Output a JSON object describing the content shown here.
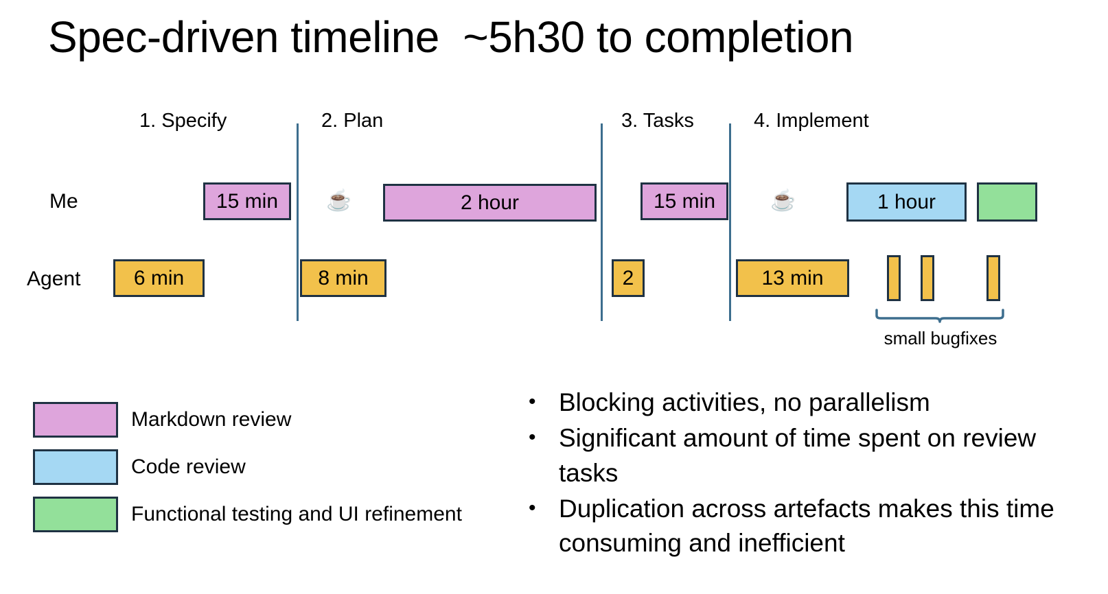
{
  "slide": {
    "title": "Spec-driven timeline  ~5h30 to completion",
    "background_color": "#FFFFFF"
  },
  "colors": {
    "markdown_review": "#DEA5DC",
    "code_review": "#A5D8F3",
    "functional_testing": "#93E09A",
    "agent_work": "#F2C14B",
    "bar_border": "#1F3243",
    "divider": "#3D6E8E"
  },
  "timeline": {
    "phases": [
      {
        "label": "1. Specify"
      },
      {
        "label": "2. Plan"
      },
      {
        "label": "3. Tasks"
      },
      {
        "label": "4. Implement"
      }
    ],
    "rows": [
      {
        "label": "Me"
      },
      {
        "label": "Agent"
      }
    ],
    "me_bars": [
      {
        "label": "15 min",
        "color": "markdown_review",
        "phase": "1. Specify"
      },
      {
        "label": "2 hour",
        "color": "markdown_review",
        "phase": "2. Plan"
      },
      {
        "label": "15 min",
        "color": "markdown_review",
        "phase": "3. Tasks"
      },
      {
        "label": "1 hour",
        "color": "code_review",
        "phase": "4. Implement"
      },
      {
        "label": "",
        "color": "functional_testing",
        "phase": "4. Implement"
      }
    ],
    "agent_bars": [
      {
        "label": "6 min",
        "color": "agent_work",
        "phase": "1. Specify"
      },
      {
        "label": "8 min",
        "color": "agent_work",
        "phase": "2. Plan"
      },
      {
        "label": "2",
        "color": "agent_work",
        "phase": "3. Tasks"
      },
      {
        "label": "13 min",
        "color": "agent_work",
        "phase": "4. Implement"
      },
      {
        "label": "",
        "color": "agent_work",
        "phase": "4. Implement"
      },
      {
        "label": "",
        "color": "agent_work",
        "phase": "4. Implement"
      },
      {
        "label": "",
        "color": "agent_work",
        "phase": "4. Implement"
      }
    ],
    "coffee_breaks": [
      {
        "icon": "coffee-cup-icon",
        "glyph": "☕",
        "phase": "2. Plan"
      },
      {
        "icon": "coffee-cup-icon",
        "glyph": "☕",
        "phase": "4. Implement"
      }
    ],
    "bugfix_annotation": {
      "caption": "small bugfixes",
      "bar_count": 3
    }
  },
  "legend": {
    "items": [
      {
        "label": "Markdown review",
        "color": "markdown_review"
      },
      {
        "label": "Code review",
        "color": "code_review"
      },
      {
        "label": "Functional testing and UI refinement",
        "color": "functional_testing"
      }
    ]
  },
  "bullets": {
    "marker": "•",
    "items": [
      "Blocking activities, no parallelism",
      "Significant amount of time spent on review tasks",
      "Duplication across artefacts makes this time consuming and inefficient"
    ]
  },
  "chart_data": {
    "type": "bar",
    "title": "Spec-driven timeline  ~5h30 to completion",
    "orientation": "horizontal-gantt",
    "categories": [
      "1. Specify",
      "2. Plan",
      "3. Tasks",
      "4. Implement"
    ],
    "series": [
      {
        "name": "Me",
        "values": [
          15,
          120,
          15,
          60
        ],
        "unit": "minutes",
        "labels": [
          "15 min",
          "2 hour",
          "15 min",
          "1 hour"
        ]
      },
      {
        "name": "Agent",
        "values": [
          6,
          8,
          2,
          13
        ],
        "unit": "minutes",
        "labels": [
          "6 min",
          "8 min",
          "2",
          "13 min"
        ]
      }
    ],
    "total_label": "~5h30 to completion",
    "annotations": [
      "small bugfixes"
    ],
    "legend_position": "bottom-left",
    "grid": false
  }
}
